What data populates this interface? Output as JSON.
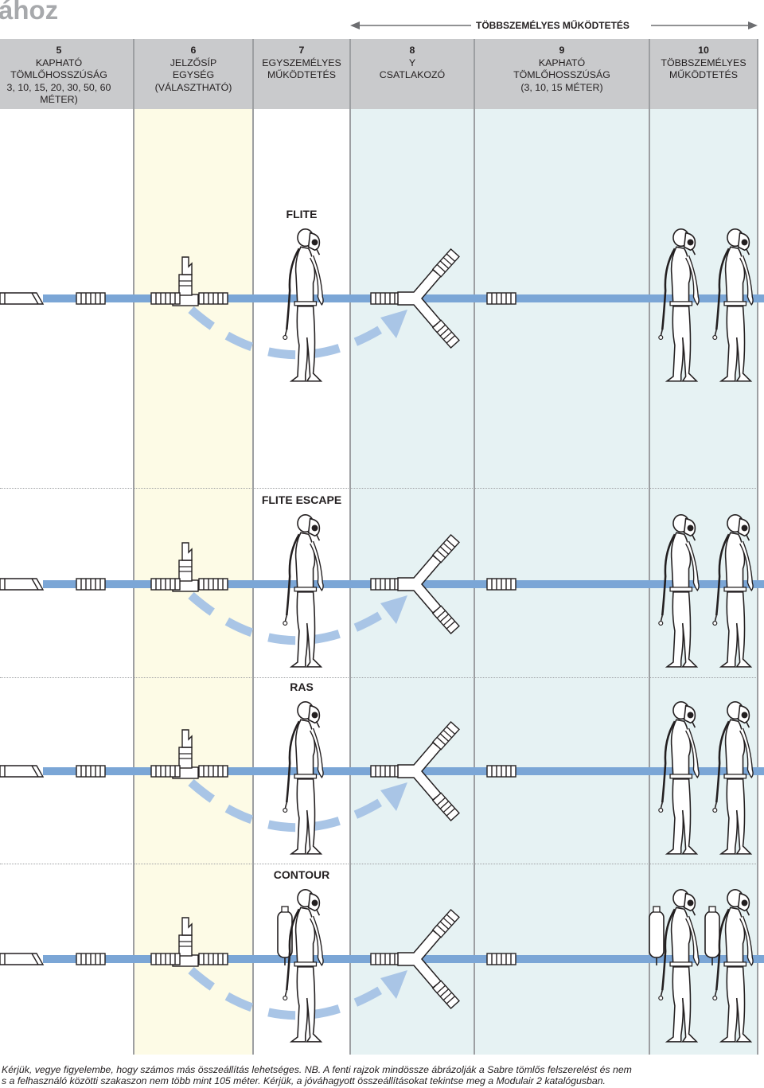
{
  "title": "ához",
  "multi_operation_label": "TÖBBSZEMÉLYES MŰKÖDTETÉS",
  "columns": [
    {
      "num": "5",
      "lines": [
        "KAPHATÓ",
        "TÖMLŐHOSSZÚSÁG",
        "3, 10, 15, 20, 30, 50, 60",
        "MÉTER)"
      ]
    },
    {
      "num": "6",
      "lines": [
        "JELZŐSÍP",
        "EGYSÉG",
        "(VÁLASZTHATÓ)"
      ]
    },
    {
      "num": "7",
      "lines": [
        "EGYSZEMÉLYES",
        "MŰKÖDTETÉS"
      ]
    },
    {
      "num": "8",
      "lines": [
        "Y",
        "CSATLAKOZÓ"
      ]
    },
    {
      "num": "9",
      "lines": [
        "KAPHATÓ",
        "TÖMLŐHOSSZÚSÁG",
        "(3, 10, 15 MÉTER)"
      ]
    },
    {
      "num": "10",
      "lines": [
        "TÖBBSZEMÉLYES",
        "MŰKÖDTETÉS"
      ]
    }
  ],
  "sections": [
    "FLITE",
    "FLITE ESCAPE",
    "RAS",
    "CONTOUR"
  ],
  "footnote": [
    "Kérjük, vegye figyelembe, hogy számos más összeállítás lehetséges. NB. A fenti rajzok mindössze ábrázolják a Sabre tömlős felszerelést és nem",
    "s a felhasználó közötti szakaszon nem több mint 105 méter. Kérjük, a jóváhagyott összeállításokat tekintse meg a Modulair 2 katalógusban."
  ],
  "colors": {
    "header_gray": "#c9cacc",
    "title_gray": "#a7a9ac",
    "hose_blue": "#7ba6d6",
    "arrow_blue": "#a9c5e6",
    "whistle_band": "#fdfbe6",
    "multi_band": "#e6f2f3"
  }
}
